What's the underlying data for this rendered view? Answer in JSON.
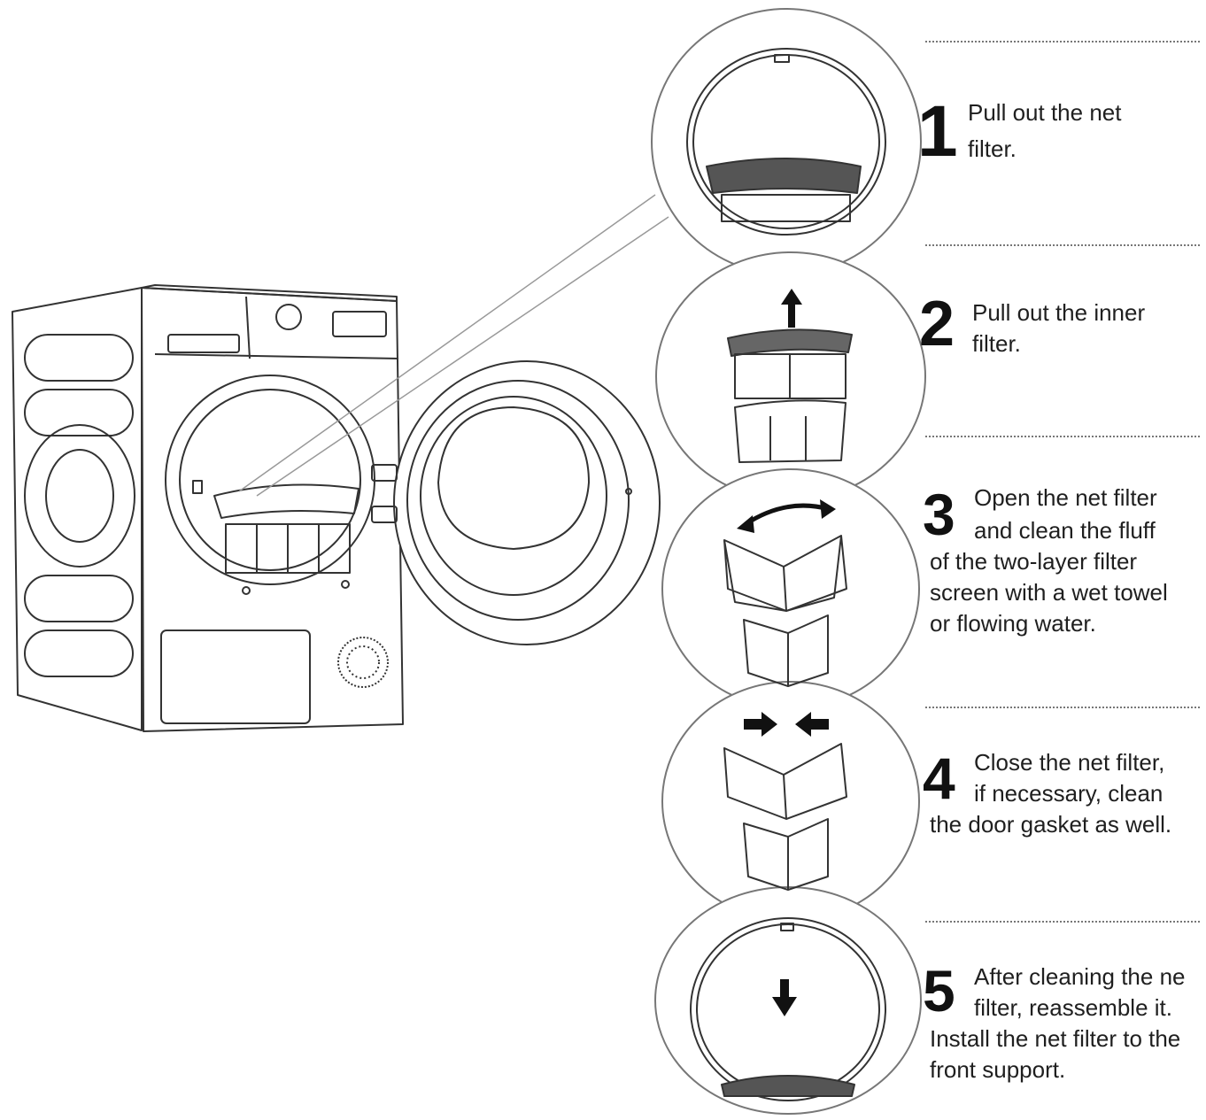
{
  "steps": [
    {
      "number": "1",
      "lines": [
        "Pull out the net",
        "filter."
      ]
    },
    {
      "number": "2",
      "lines": [
        "Pull out the inner",
        "filter."
      ]
    },
    {
      "number": "3",
      "lines": [
        "Open the net filter",
        " and clean the fluff",
        "of the two-layer filter",
        "screen with a wet towel",
        "or flowing water."
      ]
    },
    {
      "number": "4",
      "lines": [
        "Close the net filter,",
        "if necessary, clean",
        "the door gasket as well."
      ]
    },
    {
      "number": "5",
      "lines": [
        "After cleaning the ne",
        "filter, reassemble it.",
        "Install the net filter to the",
        "front support."
      ]
    }
  ],
  "icons": {
    "step2_arrow": "arrow-up-icon",
    "step3_arrow": "curved-double-arrow-icon",
    "step4_arrows": "arrows-inward-icon",
    "step5_arrow": "arrow-down-icon"
  }
}
